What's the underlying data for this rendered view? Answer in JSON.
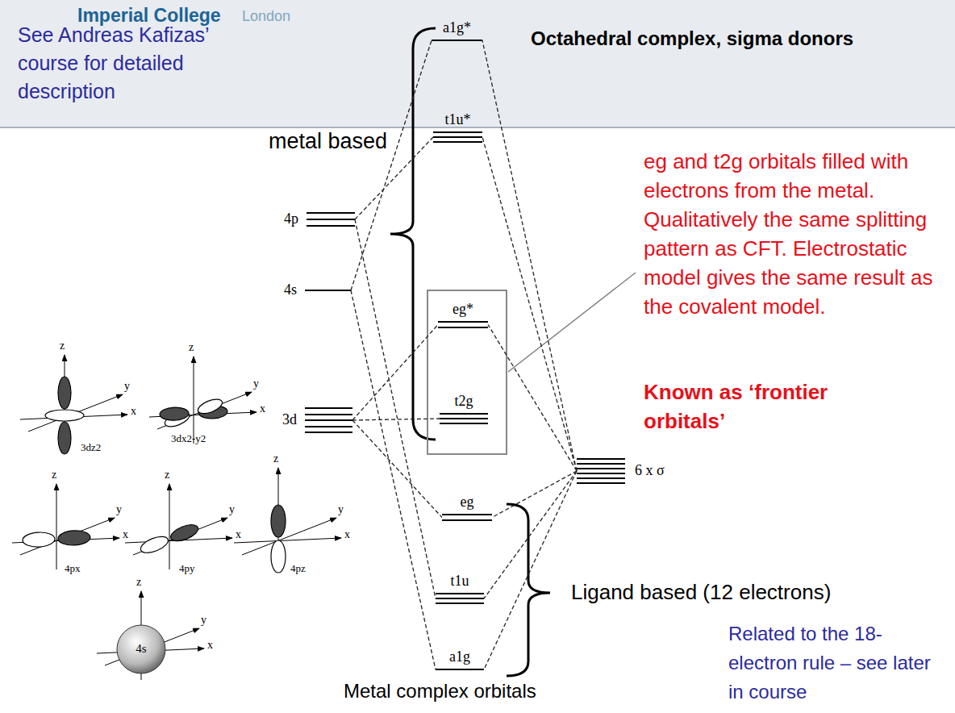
{
  "diagram": {
    "nodes": [
      {
        "text": [
          "a1g*"
        ]
      },
      {
        "text": [
          "t1u*"
        ]
      },
      {
        "text": [
          "4p"
        ]
      },
      {
        "text": [
          "4s"
        ]
      },
      {
        "text": [
          "eg*"
        ]
      },
      {
        "text": [
          "t2g"
        ]
      },
      {
        "text": [
          "3d"
        ]
      },
      {
        "text": [
          "6 x σ"
        ]
      },
      {
        "text": [
          "eg"
        ]
      },
      {
        "text": [
          "t1u"
        ]
      },
      {
        "text": [
          "a1g"
        ]
      }
    ],
    "edges": [
      {
        "from": 2,
        "to": 1,
        "arrow": "none"
      },
      {
        "from": 2,
        "to": 9,
        "arrow": "none"
      },
      {
        "from": 3,
        "to": 0,
        "arrow": "none"
      },
      {
        "from": 3,
        "to": 10,
        "arrow": "none"
      },
      {
        "from": 6,
        "to": 4,
        "arrow": "none"
      },
      {
        "from": 6,
        "to": 5,
        "arrow": "none"
      },
      {
        "from": 6,
        "to": 8,
        "arrow": "none"
      },
      {
        "from": 7,
        "to": 0,
        "arrow": "none"
      },
      {
        "from": 7,
        "to": 1,
        "arrow": "none"
      },
      {
        "from": 7,
        "to": 4,
        "arrow": "none"
      },
      {
        "from": 7,
        "to": 8,
        "arrow": "none"
      },
      {
        "from": 7,
        "to": 9,
        "arrow": "none"
      },
      {
        "from": 7,
        "to": 10,
        "arrow": "none"
      }
    ],
    "labels": [
      "Imperial College",
      "London",
      "See Andreas Kafizas’ course for detailed description",
      "Octahedral complex,  sigma donors",
      "metal based",
      "eg and t2g orbitals filled with electrons from the metal. Qualitatively the same splitting pattern as CFT. Electrostatic model gives the same result as the covalent model.",
      "Known as ‘frontier orbitals’",
      "Ligand based (12 electrons)",
      "Related to the 18-electron rule – see later in course",
      "Metal complex orbitals",
      "z",
      "y",
      "x",
      "3dz2",
      "z",
      "y",
      "x",
      "3dx2-y2",
      "z",
      "y",
      "x",
      "4px",
      "z",
      "y",
      "x",
      "4py",
      "z",
      "y",
      "x",
      "4pz",
      "z",
      "y",
      "x",
      "4s"
    ]
  }
}
